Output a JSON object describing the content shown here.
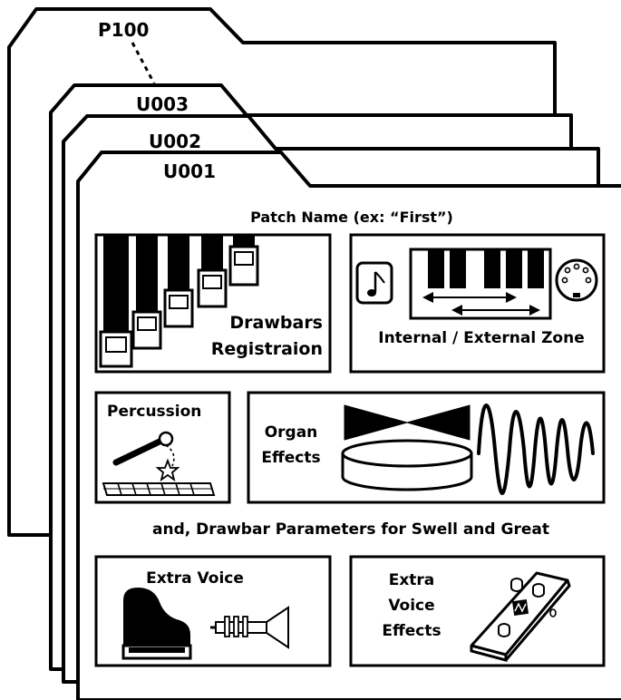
{
  "folders": {
    "p100": "P100",
    "u003": "U003",
    "u002": "U002",
    "u001": "U001"
  },
  "patch": {
    "name_label": "Patch Name (ex: “First”)",
    "drawbars_line1": "Drawbars",
    "drawbars_line2": "Registraion",
    "zone": "Internal / External Zone",
    "percussion": "Percussion",
    "organ_effects_line1": "Organ",
    "organ_effects_line2": "Effects",
    "drawbar_params": "and, Drawbar Parameters for Swell and Great",
    "extra_voice": "Extra Voice",
    "extra_voice_effects_line1": "Extra",
    "extra_voice_effects_line2": "Voice",
    "extra_voice_effects_line3": "Effects"
  },
  "icons": {
    "drawbars": "drawbars-icon",
    "note": "music-note-icon",
    "keyboard": "keyboard-icon",
    "midi": "midi-connector-icon",
    "percussion": "mallet-xylophone-icon",
    "rotary": "rotary-speaker-icon",
    "wave": "waveform-icon",
    "piano": "grand-piano-icon",
    "trumpet": "trumpet-icon",
    "pedal": "effects-pedal-icon"
  }
}
